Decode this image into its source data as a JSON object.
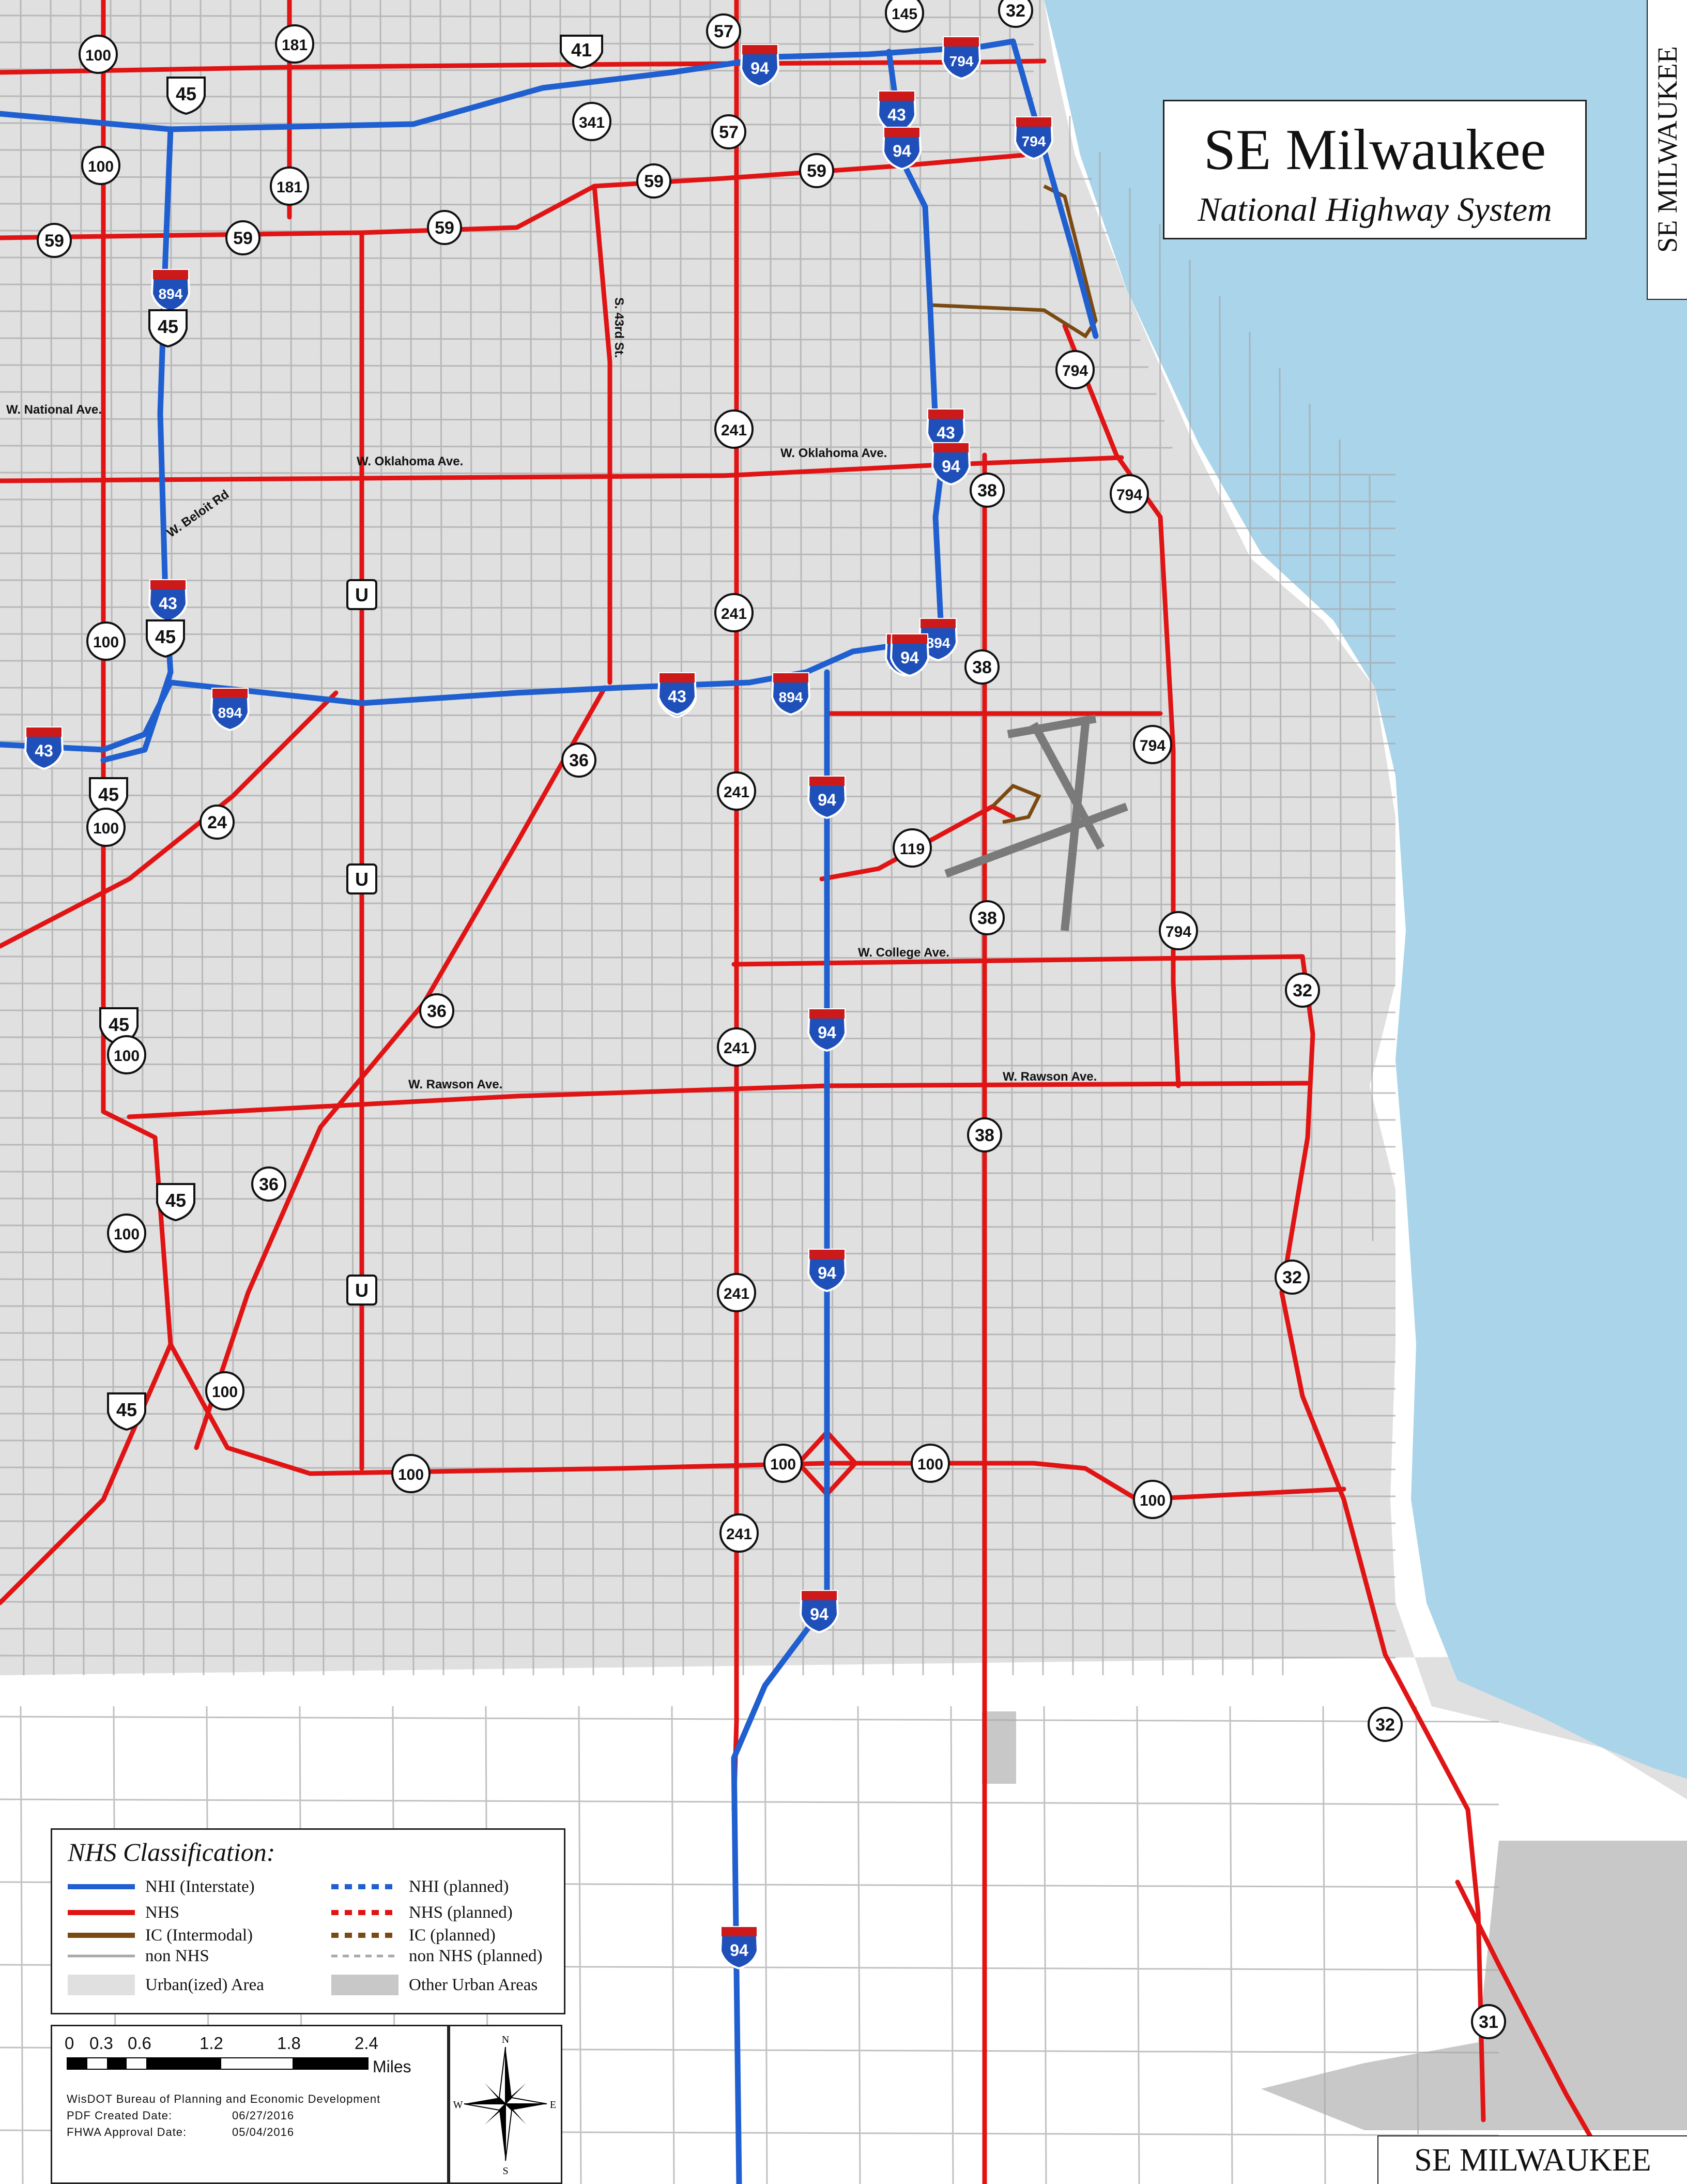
{
  "title": {
    "main": "SE Milwaukee",
    "subtitle": "National Highway System"
  },
  "side_label": "SE MILWAUKEE",
  "corner_label": "SE MILWAUKEE",
  "colors": {
    "land": "#e0e0e0",
    "water": "#a9d4ea",
    "outside_urban": "#ffffff",
    "other_urban": "#c8c8c8",
    "interstate": "#1f5fd0",
    "nhs": "#e01414",
    "intermodal": "#7b4a12",
    "non_nhs": "#a6a6a6",
    "interstate_shield": "#1f4fb8",
    "interstate_shield_top": "#cc1a1a"
  },
  "legend": {
    "title": "NHS Classification:",
    "items": [
      {
        "label": "NHI (Interstate)",
        "style": "interstate"
      },
      {
        "label": "NHS",
        "style": "nhs"
      },
      {
        "label": "IC (Intermodal)",
        "style": "intermodal"
      },
      {
        "label": "non NHS",
        "style": "non_nhs"
      },
      {
        "label": "Urban(ized) Area",
        "style": "urban_area"
      },
      {
        "label": "NHI (planned)",
        "style": "interstate_planned"
      },
      {
        "label": "NHS (planned)",
        "style": "nhs_planned"
      },
      {
        "label": "IC (planned)",
        "style": "intermodal_planned"
      },
      {
        "label": "non NHS (planned)",
        "style": "non_nhs_planned"
      },
      {
        "label": "Other Urban Areas",
        "style": "other_urban"
      }
    ]
  },
  "scale": {
    "ticks": [
      "0",
      "0.3",
      "0.6",
      "1.2",
      "1.8",
      "2.4"
    ],
    "units": "Miles"
  },
  "credits": {
    "agency": "WisDOT Bureau of Planning and Economic Development",
    "pdf_created_label": "PDF Created Date:",
    "pdf_created_value": "06/27/2016",
    "fhwa_label": "FHWA Approval Date:",
    "fhwa_value": "05/04/2016"
  },
  "compass": {
    "n": "N",
    "s": "S",
    "e": "E",
    "w": "W"
  },
  "street_labels": [
    {
      "text": "W. National Ave."
    },
    {
      "text": "W. Oklahoma Ave."
    },
    {
      "text": "W. Oklahoma Ave."
    },
    {
      "text": "W. Beloit Rd"
    },
    {
      "text": "S. 43rd St."
    },
    {
      "text": "W. College Ave."
    },
    {
      "text": "W. Rawson Ave."
    },
    {
      "text": "W. Rawson Ave."
    }
  ],
  "shields": {
    "interstate": [
      "94",
      "794",
      "43",
      "94",
      "894",
      "43",
      "94",
      "794",
      "43",
      "94",
      "894",
      "43",
      "894",
      "94",
      "43",
      "894",
      "43",
      "94",
      "94",
      "94",
      "94",
      "94"
    ],
    "us": [
      "45",
      "45",
      "45",
      "45",
      "45",
      "45",
      "45"
    ],
    "state": [
      "100",
      "181",
      "57",
      "145",
      "32",
      "341",
      "57",
      "181",
      "100",
      "59",
      "59",
      "59",
      "59",
      "59",
      "794",
      "241",
      "794",
      "38",
      "100",
      "241",
      "38",
      "36",
      "794",
      "100",
      "24",
      "241",
      "119",
      "38",
      "794",
      "32",
      "36",
      "100",
      "241",
      "38",
      "36",
      "100",
      "32",
      "241",
      "100",
      "100",
      "100",
      "100",
      "100",
      "241",
      "32",
      "31"
    ],
    "county": [
      "U",
      "U",
      "U"
    ],
    "road_41": "41"
  }
}
